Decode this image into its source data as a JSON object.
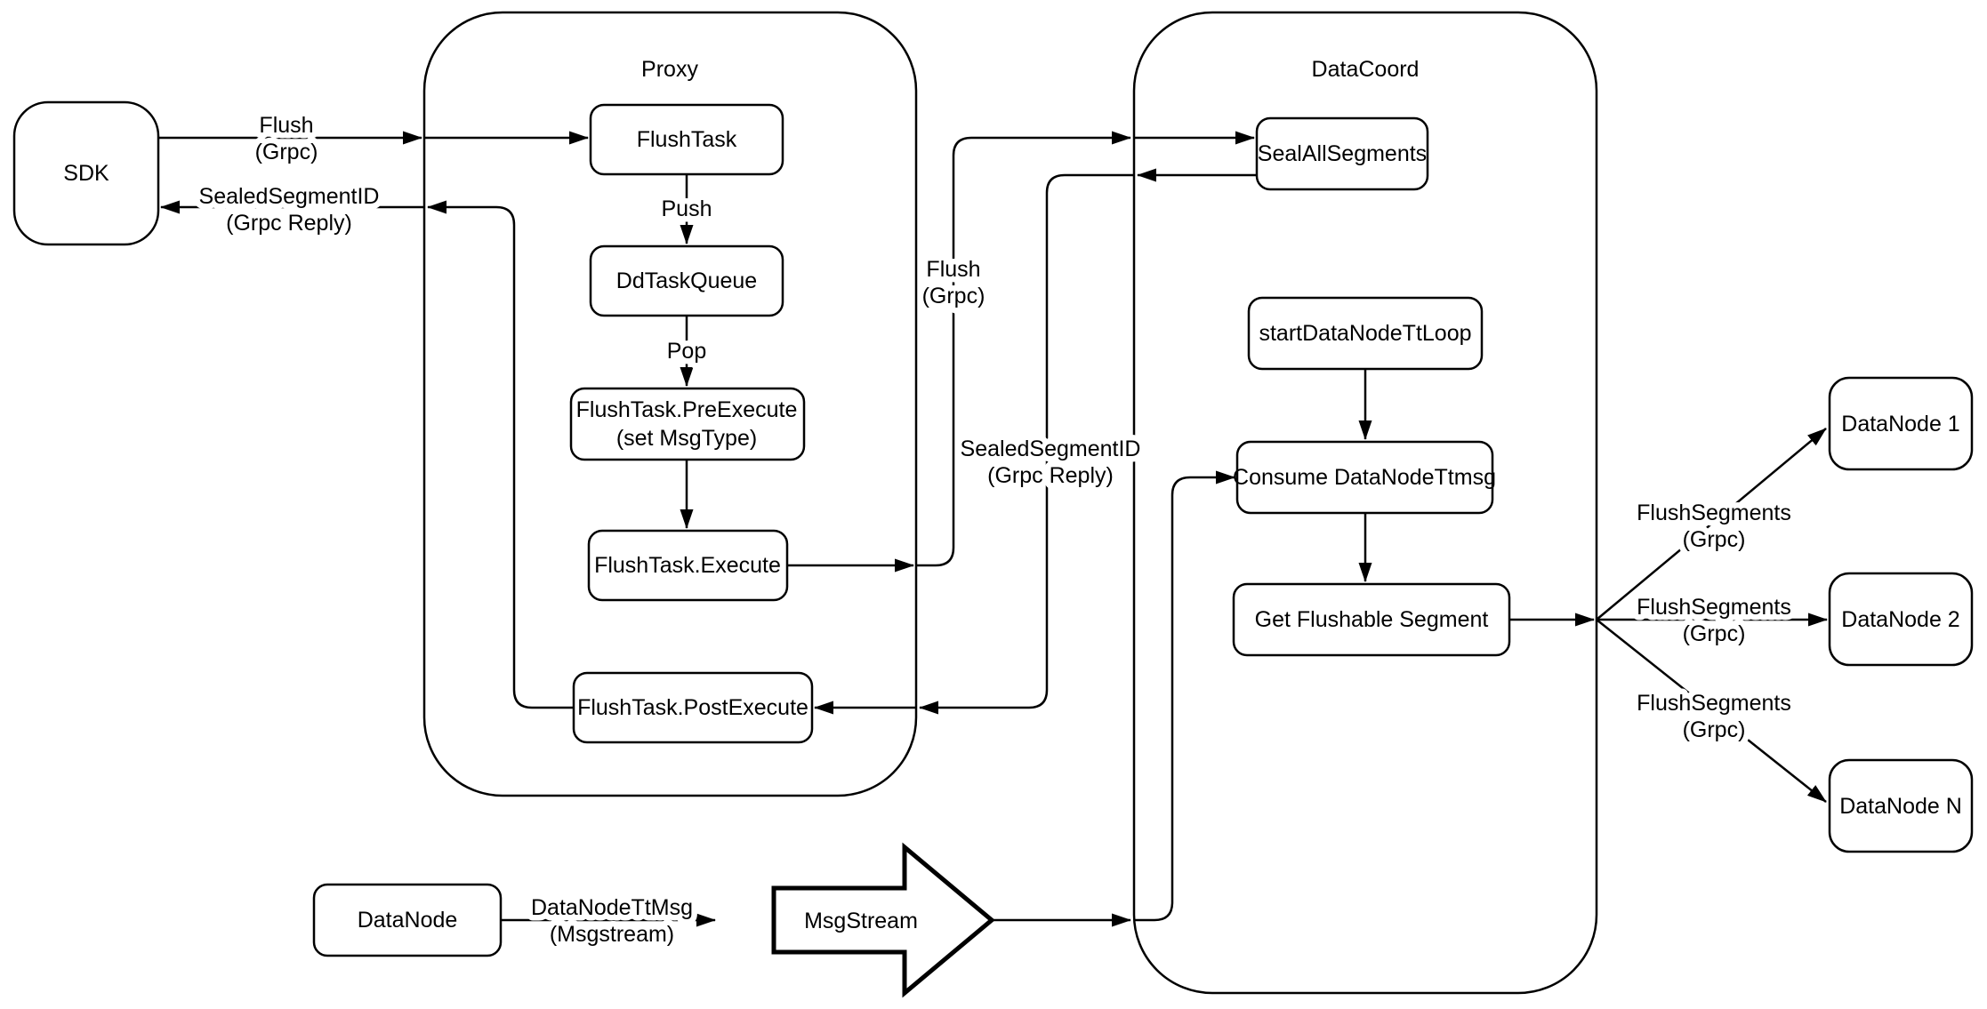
{
  "colors": {
    "background": "#ffffff",
    "stroke": "#000000",
    "node_fill": "#ffffff"
  },
  "containers": {
    "proxy": {
      "label": "Proxy"
    },
    "datacoord": {
      "label": "DataCoord"
    }
  },
  "nodes": {
    "sdk": {
      "label": "SDK"
    },
    "flush_task": {
      "label": "FlushTask"
    },
    "dd_task_queue": {
      "label": "DdTaskQueue"
    },
    "pre_execute": {
      "line1": "FlushTask.PreExecute",
      "line2": "(set MsgType)"
    },
    "execute": {
      "label": "FlushTask.Execute"
    },
    "post_execute": {
      "label": "FlushTask.PostExecute"
    },
    "seal_all_segments": {
      "label": "SealAllSegments"
    },
    "start_datanode_tt_loop": {
      "label": "startDataNodeTtLoop"
    },
    "consume_datanode_ttmsg": {
      "label": "Consume DataNodeTtmsg"
    },
    "get_flushable_segment": {
      "label": "Get Flushable Segment"
    },
    "datanode_1": {
      "label": "DataNode 1"
    },
    "datanode_2": {
      "label": "DataNode 2"
    },
    "datanode_n": {
      "label": "DataNode N"
    },
    "datanode": {
      "label": "DataNode"
    },
    "msgstream": {
      "label": "MsgStream"
    }
  },
  "edges": {
    "sdk_to_flushtask": {
      "from": "SDK",
      "to": "FlushTask",
      "line1": "Flush",
      "line2": "(Grpc)"
    },
    "postexecute_to_sdk": {
      "from": "FlushTask.PostExecute",
      "to": "SDK",
      "line1": "SealedSegmentID",
      "line2": "(Grpc Reply)"
    },
    "flushtask_to_ddtaskqueue": {
      "from": "FlushTask",
      "to": "DdTaskQueue",
      "label": "Push"
    },
    "ddtaskqueue_to_preexecute": {
      "from": "DdTaskQueue",
      "to": "FlushTask.PreExecute",
      "label": "Pop"
    },
    "preexecute_to_execute": {
      "from": "FlushTask.PreExecute",
      "to": "FlushTask.Execute",
      "label": ""
    },
    "execute_to_sealallsegments": {
      "from": "FlushTask.Execute",
      "to": "SealAllSegments",
      "line1": "Flush",
      "line2": "(Grpc)"
    },
    "sealallsegments_to_postexecute": {
      "from": "SealAllSegments",
      "to": "FlushTask.PostExecute",
      "line1": "SealedSegmentID",
      "line2": "(Grpc Reply)"
    },
    "startloop_to_consume": {
      "from": "startDataNodeTtLoop",
      "to": "Consume DataNodeTtmsg",
      "label": ""
    },
    "consume_to_getflushable": {
      "from": "Consume DataNodeTtmsg",
      "to": "Get Flushable Segment",
      "label": ""
    },
    "getflushable_to_datanode1": {
      "from": "Get Flushable Segment",
      "to": "DataNode 1",
      "line1": "FlushSegments",
      "line2": "(Grpc)"
    },
    "getflushable_to_datanode2": {
      "from": "Get Flushable Segment",
      "to": "DataNode 2",
      "line1": "FlushSegments",
      "line2": "(Grpc)"
    },
    "getflushable_to_datanoden": {
      "from": "Get Flushable Segment",
      "to": "DataNode N",
      "line1": "FlushSegments",
      "line2": "(Grpc)"
    },
    "datanode_to_msgstream": {
      "from": "DataNode",
      "to": "MsgStream",
      "line1": "DataNodeTtMsg",
      "line2": "(Msgstream)"
    },
    "msgstream_to_consume": {
      "from": "MsgStream",
      "to": "Consume DataNodeTtmsg",
      "label": ""
    }
  }
}
